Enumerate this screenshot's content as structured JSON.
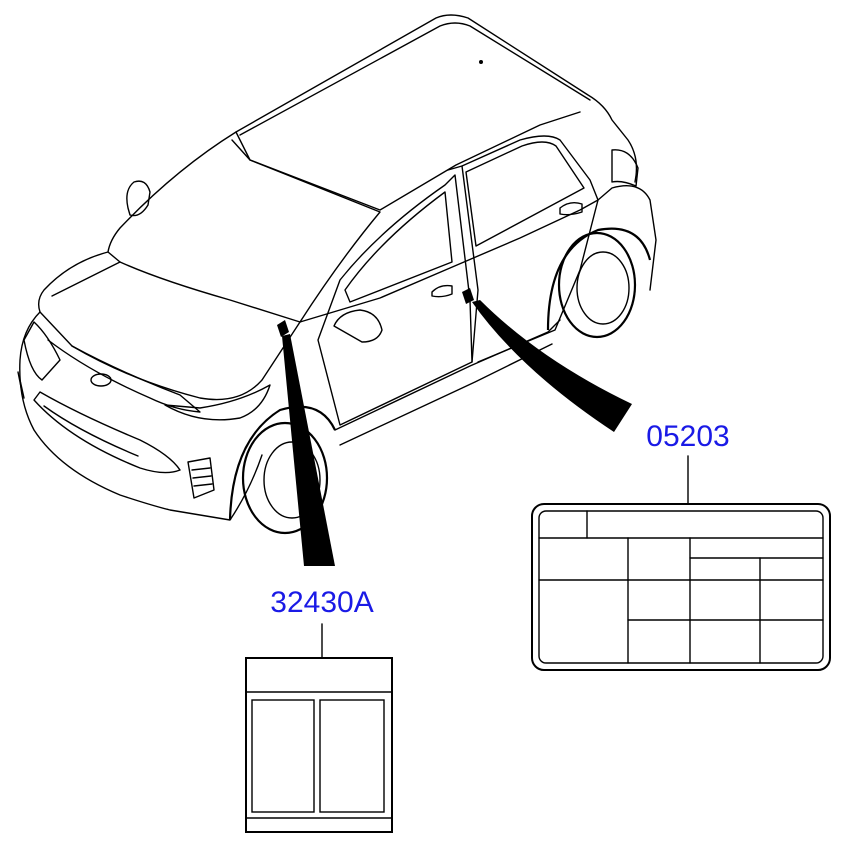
{
  "diagram": {
    "callouts": [
      {
        "part_number": "32430A",
        "target": "hood-label"
      },
      {
        "part_number": "05203",
        "target": "door-pillar-label"
      }
    ],
    "colors": {
      "part_label": "#1a1ae6",
      "line": "#000000",
      "background": "#ffffff"
    }
  }
}
